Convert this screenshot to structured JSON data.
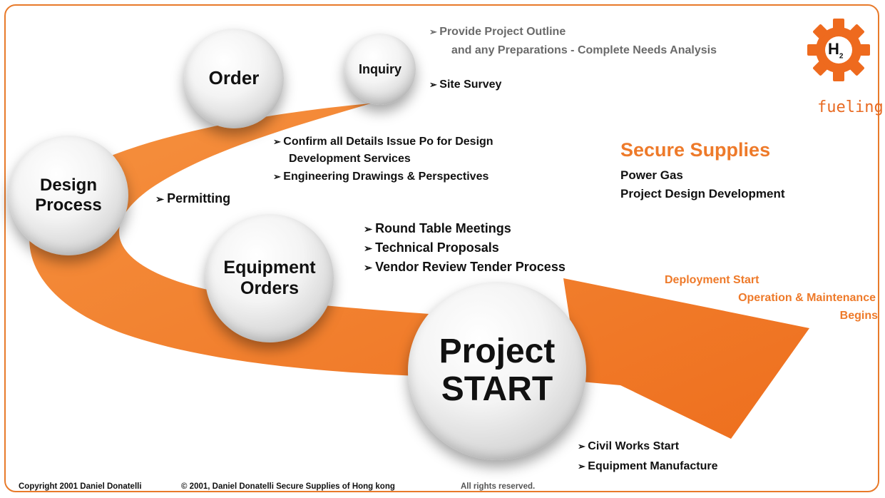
{
  "inquiry": {
    "label": "Inquiry",
    "items": [
      "Provide Project Outline",
      "and any Preparations - Complete Needs Analysis",
      "Site Survey"
    ]
  },
  "order": {
    "label": "Order",
    "items": [
      "Confirm all Details Issue Po for Design",
      "Development Services",
      "Engineering Drawings & Perspectives"
    ]
  },
  "design": {
    "label_line1": "Design",
    "label_line2": "Process",
    "items": [
      "Permitting"
    ]
  },
  "equipment": {
    "label_line1": "Equipment",
    "label_line2": "Orders",
    "items": [
      "Round Table Meetings",
      "Technical Proposals",
      "Vendor Review Tender Process"
    ]
  },
  "project": {
    "label_line1": "Project",
    "label_line2": "START",
    "items": [
      "Civil Works Start",
      "Equipment Manufacture"
    ]
  },
  "secure": {
    "title": "Secure Supplies",
    "lines": [
      "Power Gas",
      "Project Design Development"
    ]
  },
  "deployment": {
    "lines": [
      "Deployment Start",
      "Operation & Maintenance",
      "Begins"
    ]
  },
  "logo": {
    "symbol": "H",
    "subscript": "2",
    "word": "fueling"
  },
  "footer": {
    "copyright": "Copyright 2001 Daniel Donatelli",
    "notice": "© 2001, Daniel Donatelli Secure Supplies   of Hong kong",
    "rights": "All rights reserved."
  },
  "colors": {
    "accent": "#ee7a2a",
    "arrow": "#f07c28"
  }
}
